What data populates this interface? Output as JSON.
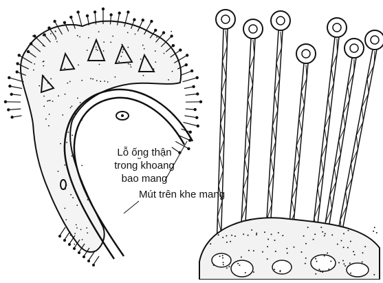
{
  "labels": {
    "pore_line1": "Lỗ ống thận",
    "pore_line2": "trong khoang",
    "pore_line3": "bao mang",
    "gill_tip": "Mút trên khe mang"
  },
  "colors": {
    "ink": "#111111",
    "paper": "#ffffff"
  }
}
